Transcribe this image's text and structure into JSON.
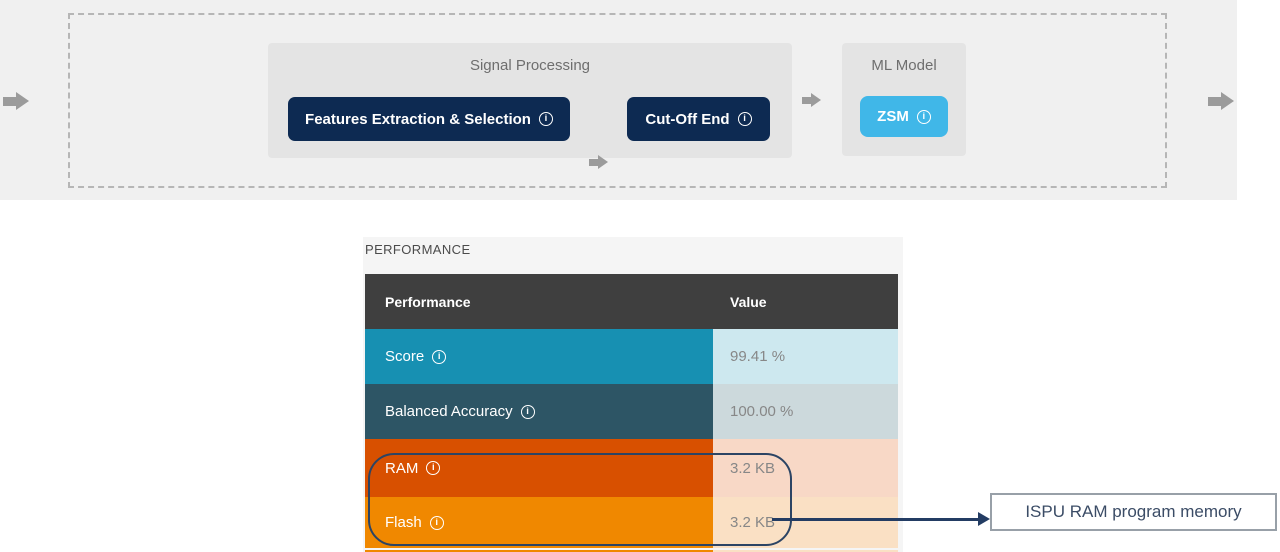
{
  "pipeline": {
    "signal_processing": {
      "title": "Signal Processing",
      "step1_label": "Features Extraction & Selection",
      "step2_label": "Cut-Off End"
    },
    "ml_model": {
      "title": "ML Model",
      "step_label": "ZSM"
    }
  },
  "performance": {
    "section_title": "PERFORMANCE",
    "columns": {
      "c1": "Performance",
      "c2": "Value"
    },
    "rows": [
      {
        "label": "Score",
        "value": "99.41 %",
        "label_bg": "#1790b2",
        "value_bg": "#cde8ef"
      },
      {
        "label": "Balanced Accuracy",
        "value": "100.00 %",
        "label_bg": "#2d5565",
        "value_bg": "#ccd9dc"
      },
      {
        "label": "RAM",
        "value": "3.2 KB",
        "label_bg": "#d85000",
        "value_bg": "#f8d8c6"
      },
      {
        "label": "Flash",
        "value": "3.2 KB",
        "label_bg": "#f08800",
        "value_bg": "#fae0c4"
      }
    ]
  },
  "annotation": {
    "label": "ISPU RAM program memory"
  },
  "colors": {
    "accent_navy": "#0d2a52",
    "accent_lightblue": "#40b7e8",
    "header_bg": "#3f3f3f",
    "callout_navy": "#233c63",
    "strip_bg": "#f0f0f0"
  }
}
